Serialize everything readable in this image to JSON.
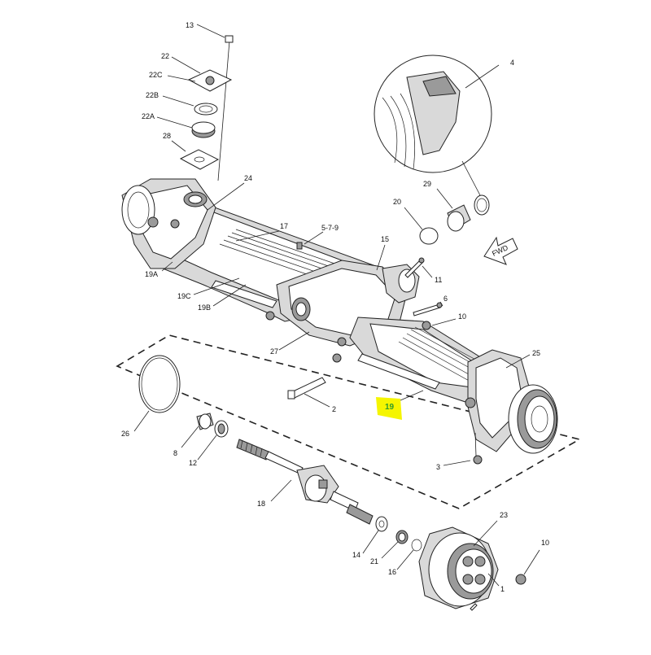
{
  "diagram": {
    "callouts": [
      {
        "id": "c13",
        "text": "13"
      },
      {
        "id": "c22",
        "text": "22"
      },
      {
        "id": "c22C",
        "text": "22C"
      },
      {
        "id": "c22B",
        "text": "22B"
      },
      {
        "id": "c22A",
        "text": "22A"
      },
      {
        "id": "c28",
        "text": "28"
      },
      {
        "id": "c24",
        "text": "24"
      },
      {
        "id": "c17",
        "text": "17"
      },
      {
        "id": "c579",
        "text": "5-7-9"
      },
      {
        "id": "c15",
        "text": "15"
      },
      {
        "id": "c19A",
        "text": "19A"
      },
      {
        "id": "c19C",
        "text": "19C"
      },
      {
        "id": "c19B",
        "text": "19B"
      },
      {
        "id": "c4",
        "text": "4"
      },
      {
        "id": "c29",
        "text": "29"
      },
      {
        "id": "c20",
        "text": "20"
      },
      {
        "id": "c11",
        "text": "11"
      },
      {
        "id": "c6",
        "text": "6"
      },
      {
        "id": "c10a",
        "text": "10"
      },
      {
        "id": "c25",
        "text": "25"
      },
      {
        "id": "c27",
        "text": "27"
      },
      {
        "id": "c2",
        "text": "2"
      },
      {
        "id": "c19",
        "text": "19"
      },
      {
        "id": "c3",
        "text": "3"
      },
      {
        "id": "c26",
        "text": "26"
      },
      {
        "id": "c8",
        "text": "8"
      },
      {
        "id": "c12",
        "text": "12"
      },
      {
        "id": "c18",
        "text": "18"
      },
      {
        "id": "c14",
        "text": "14"
      },
      {
        "id": "c21",
        "text": "21"
      },
      {
        "id": "c16",
        "text": "16"
      },
      {
        "id": "c23",
        "text": "23"
      },
      {
        "id": "c10b",
        "text": "10"
      },
      {
        "id": "c1",
        "text": "1"
      }
    ],
    "fwd_arrow_label": "FWD",
    "highlighted_callout": "19",
    "highlight_color": "#f5f500",
    "highlight_text_color": "#2c9a2c"
  }
}
